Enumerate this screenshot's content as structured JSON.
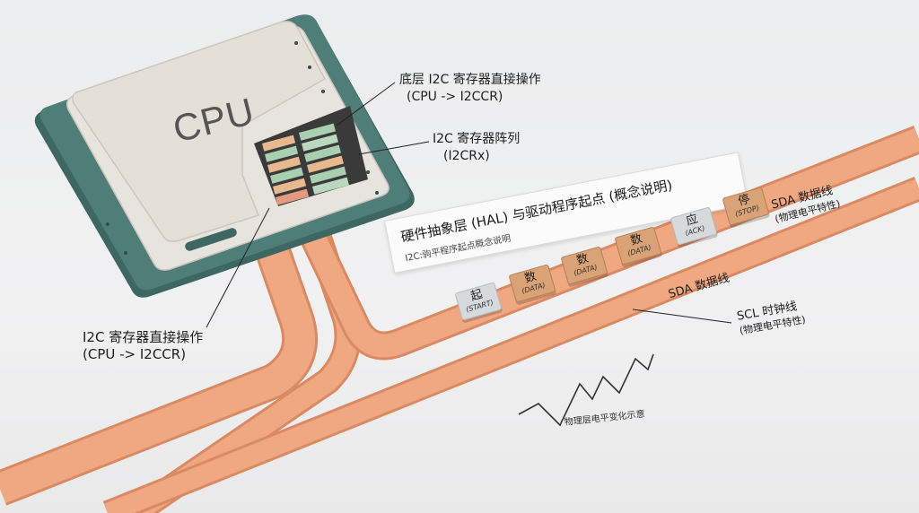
{
  "cpu": {
    "label": "CPU"
  },
  "labels": {
    "reg_direct_top": [
      "底层 I2C 寄存器直接操作",
      "(CPU -> I2CCR)"
    ],
    "reg_array": [
      "I2C 寄存器阵列",
      "(I2CRx)"
    ],
    "reg_direct_left": [
      "I2C 寄存器直接操作",
      "(CPU -> I2CCR)"
    ],
    "sda_right": [
      "SDA 数据线",
      "(物理电平特性)"
    ],
    "sda_line": "SDA 数据线",
    "scl": [
      "SCL 时钟线",
      "(物理电平特性)"
    ],
    "waveform": "物理层电平变化示意"
  },
  "banner": {
    "title": "硬件抽象层 (HAL) 与驱动程序起点 (概念说明)",
    "subtitle": "I2C:驹平程序起点概念说明"
  },
  "blocks": [
    {
      "char": "起",
      "en": "(START)",
      "style": "gray"
    },
    {
      "char": "数",
      "en": "(DATA)",
      "style": "tan"
    },
    {
      "char": "数",
      "en": "(DATA)",
      "style": "tan"
    },
    {
      "char": "数",
      "en": "(DATA)",
      "style": "tan"
    },
    {
      "char": "应",
      "en": "(ACK)",
      "style": "gray"
    },
    {
      "char": "停",
      "en": "(STOP)",
      "style": "tan"
    }
  ],
  "colors": {
    "trace": "#f0a882",
    "trace_edge": "#d98a63",
    "pcb": "#4f7d78",
    "cpu_body": "#e2ded5"
  }
}
